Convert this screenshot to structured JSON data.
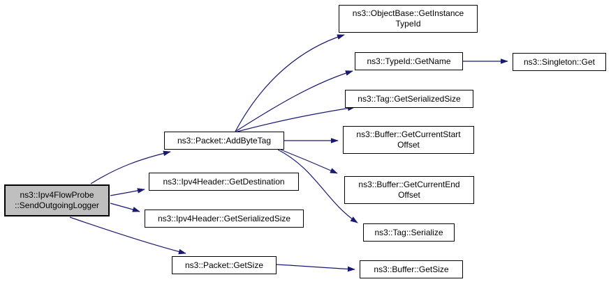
{
  "diagram": {
    "type": "call-graph",
    "colors": {
      "background": "#ffffff",
      "edge": "#191970",
      "node_border": "#000000",
      "node_fill": "#ffffff",
      "highlight_fill": "#bfbfbf",
      "text": "#000000"
    },
    "nodes": [
      {
        "id": "ipv4flowprobe-sendoutgoinglogger",
        "label": "ns3::Ipv4FlowProbe::SendOutgoingLogger",
        "lines": [
          "ns3::Ipv4FlowProbe",
          "::SendOutgoingLogger"
        ],
        "highlight": true
      },
      {
        "id": "packet-addbytetag",
        "label": "ns3::Packet::AddByteTag",
        "lines": [
          "ns3::Packet::AddByteTag"
        ],
        "highlight": false
      },
      {
        "id": "ipv4header-getdestination",
        "label": "ns3::Ipv4Header::GetDestination",
        "lines": [
          "ns3::Ipv4Header::GetDestination"
        ],
        "highlight": false
      },
      {
        "id": "ipv4header-getserializedsize",
        "label": "ns3::Ipv4Header::GetSerializedSize",
        "lines": [
          "ns3::Ipv4Header::GetSerializedSize"
        ],
        "highlight": false
      },
      {
        "id": "packet-getsize",
        "label": "ns3::Packet::GetSize",
        "lines": [
          "ns3::Packet::GetSize"
        ],
        "highlight": false
      },
      {
        "id": "objectbase-getinstancetypeid",
        "label": "ns3::ObjectBase::GetInstanceTypeId",
        "lines": [
          "ns3::ObjectBase::GetInstance",
          "TypeId"
        ],
        "highlight": false
      },
      {
        "id": "typeid-getname",
        "label": "ns3::TypeId::GetName",
        "lines": [
          "ns3::TypeId::GetName"
        ],
        "highlight": false
      },
      {
        "id": "tag-getserializedsize",
        "label": "ns3::Tag::GetSerializedSize",
        "lines": [
          "ns3::Tag::GetSerializedSize"
        ],
        "highlight": false
      },
      {
        "id": "buffer-getcurrentstartoffset",
        "label": "ns3::Buffer::GetCurrentStartOffset",
        "lines": [
          "ns3::Buffer::GetCurrentStart",
          "Offset"
        ],
        "highlight": false
      },
      {
        "id": "buffer-getcurrentendoffset",
        "label": "ns3::Buffer::GetCurrentEndOffset",
        "lines": [
          "ns3::Buffer::GetCurrentEnd",
          "Offset"
        ],
        "highlight": false
      },
      {
        "id": "tag-serialize",
        "label": "ns3::Tag::Serialize",
        "lines": [
          "ns3::Tag::Serialize"
        ],
        "highlight": false
      },
      {
        "id": "buffer-getsize",
        "label": "ns3::Buffer::GetSize",
        "lines": [
          "ns3::Buffer::GetSize"
        ],
        "highlight": false
      },
      {
        "id": "singleton-get",
        "label": "ns3::Singleton::Get",
        "lines": [
          "ns3::Singleton::Get"
        ],
        "highlight": false
      }
    ],
    "edges": [
      {
        "from": "ipv4flowprobe-sendoutgoinglogger",
        "to": "packet-addbytetag"
      },
      {
        "from": "ipv4flowprobe-sendoutgoinglogger",
        "to": "ipv4header-getdestination"
      },
      {
        "from": "ipv4flowprobe-sendoutgoinglogger",
        "to": "ipv4header-getserializedsize"
      },
      {
        "from": "ipv4flowprobe-sendoutgoinglogger",
        "to": "packet-getsize"
      },
      {
        "from": "packet-addbytetag",
        "to": "objectbase-getinstancetypeid"
      },
      {
        "from": "packet-addbytetag",
        "to": "typeid-getname"
      },
      {
        "from": "packet-addbytetag",
        "to": "tag-getserializedsize"
      },
      {
        "from": "packet-addbytetag",
        "to": "buffer-getcurrentstartoffset"
      },
      {
        "from": "packet-addbytetag",
        "to": "buffer-getcurrentendoffset"
      },
      {
        "from": "packet-addbytetag",
        "to": "tag-serialize"
      },
      {
        "from": "typeid-getname",
        "to": "singleton-get"
      },
      {
        "from": "packet-getsize",
        "to": "buffer-getsize"
      }
    ]
  }
}
